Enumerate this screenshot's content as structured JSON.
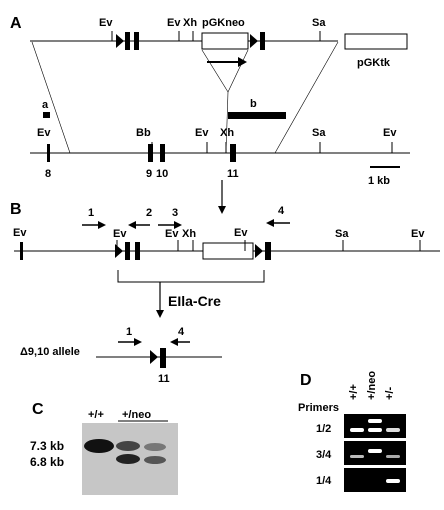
{
  "panel_a": {
    "letter": "A",
    "vector": {
      "ev1": "Ev",
      "ev2": "Ev",
      "xh": "Xh",
      "neo": "pGKneo",
      "sa": "Sa",
      "tk": "pGKtk"
    },
    "locus": {
      "probe_a": "a",
      "probe_b": "b",
      "ev1": "Ev",
      "bb": "Bb",
      "ev2": "Ev",
      "xh": "Xh",
      "sa": "Sa",
      "ev3": "Ev",
      "exon8": "8",
      "exon9": "9",
      "exon10": "10",
      "exon11": "11",
      "scale": "1 kb"
    }
  },
  "panel_b": {
    "letter": "B",
    "primers": {
      "p1": "1",
      "p2": "2",
      "p3": "3",
      "p4": "4"
    },
    "sites": {
      "ev1": "Ev",
      "ev2": "Ev",
      "ev3": "Ev",
      "xh": "Xh",
      "ev4": "Ev",
      "sa": "Sa",
      "ev5": "Ev"
    },
    "cre": "EIla-Cre",
    "deleted_allele": "Δ9,10 allele",
    "del_p1": "1",
    "del_p4": "4",
    "del_exon": "11"
  },
  "panel_c": {
    "letter": "C",
    "lane_wt": "+/+",
    "lane_neo": "+/neo",
    "band_upper": "7.3 kb",
    "band_lower": "6.8 kb"
  },
  "panel_d": {
    "letter": "D",
    "primers_label": "Primers",
    "columns": [
      "+/+",
      "+/neo",
      "+/-"
    ],
    "rows": [
      "1/2",
      "3/4",
      "1/4"
    ]
  }
}
